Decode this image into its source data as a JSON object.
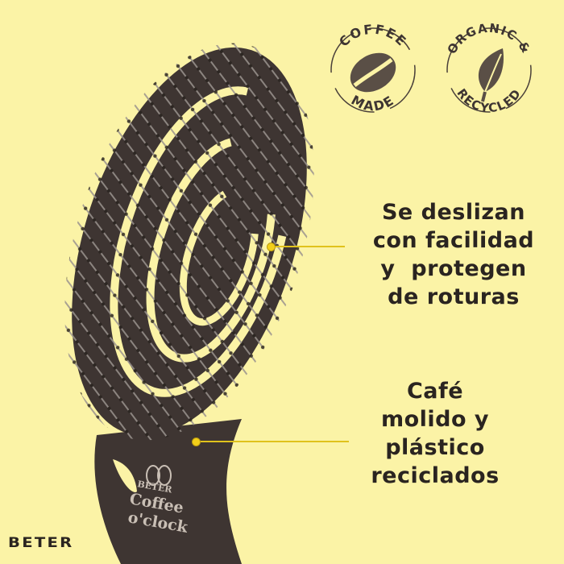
{
  "badges": [
    {
      "top_text": "COFFEE",
      "bottom_text": "MADE",
      "icon": "coffee-bean-icon"
    },
    {
      "top_text": "ORGANIC &",
      "bottom_text": "RECYCLED",
      "icon": "leaf-icon"
    }
  ],
  "callouts": [
    {
      "lines": [
        "Se deslizan",
        "con facilidad",
        "y  protegen",
        "de roturas"
      ]
    },
    {
      "lines": [
        "Café",
        "molido y",
        "plástico",
        "reciclados"
      ]
    }
  ],
  "product": {
    "engraving_brand": "BETER",
    "engraving_line1": "Coffee",
    "engraving_line2": "o'clock"
  },
  "brand_logo": "BETER",
  "colors": {
    "background": "#fbf3a6",
    "brush": "#3e3532",
    "text": "#2a2420",
    "pointer": "#e0c21c"
  }
}
